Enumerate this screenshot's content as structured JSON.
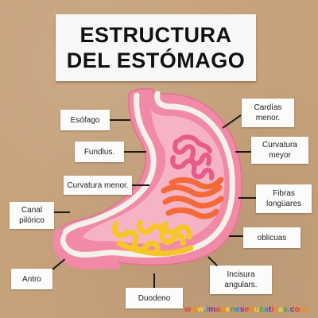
{
  "title": {
    "line1": "ESTRUCTURA",
    "line2": "DEL ESTÓMAGO"
  },
  "labels": {
    "esofago": "Esófago",
    "fundus": "Fundlus.",
    "curvatura_menor": "Curvatura menor.",
    "canal_pilorico": "Canal\npilórico",
    "antro": "Antro",
    "duodeno": "Duodeno",
    "cardias": "Cardías\nmenor.",
    "curvatura_mayor": "Curvatura\nmeyor",
    "fibras": "Fibras\nlongüares",
    "oblicuas": "oblicuas",
    "incisura": "Incisura\nangulars."
  },
  "watermark": {
    "text": "www.imageneseducativas.com"
  },
  "colors": {
    "board": "#c6a27b",
    "stomach_outer": "#f08aa6",
    "stomach_inner_white": "#f4f1ea",
    "fold_pink": "#e85a8a",
    "fold_orange": "#f26a3a",
    "fold_yellow": "#f6c629",
    "lining": "#f6b3c4"
  }
}
